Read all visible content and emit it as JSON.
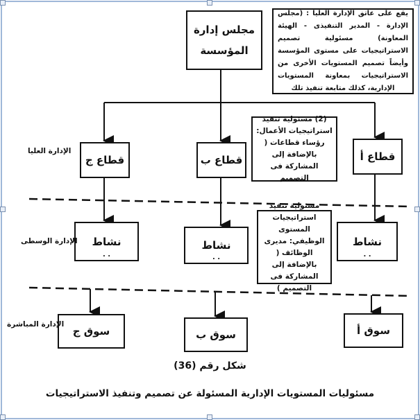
{
  "board": {
    "line1": "مجلس إدارة",
    "line2": "المؤسسة"
  },
  "top_note": "يقع على عاتق الإدارة العليا : (مجلس الإدارة - المدير التنفيذى - الهيئة المعاونة) مسئولية تصميم الاستراتيجيات على مستوى المؤسسة وأيضاً تصميم المستويات الأخرى من الاستراتيجيات بمعاونة المستويات الإدارية، كذلك متابعة تنفيذ تلك",
  "sectors": [
    "قطاع ج",
    "قطاع ب",
    "قطاع أ"
  ],
  "sector_note": "(2) مسئولية تنفيذ استراتيجيات الأعمال: رؤساء قطاعات ( بالإضافة إلى المشاركة فى التصميم",
  "activities": {
    "label": "نشاط",
    "dots": ". ."
  },
  "activity_note": "مسئولية تنفيذ استراتيجيات المستوى الوظيفي: مديرى الوظائف ( بالإضافة إلى المشاركة فى التصميم )",
  "markets": [
    "سوق ج",
    "سوق ب",
    "سوق أ"
  ],
  "levels": {
    "top": "الإدارة العليا",
    "middle": "الإدارة الوسطى",
    "direct": "الإدارة المباشرة"
  },
  "caption": {
    "figure": "شكل رقم (36)",
    "title": "مسئوليات المستويات الإدارية المسئولة عن تصميم وتنفيذ الاستراتيجيات"
  }
}
